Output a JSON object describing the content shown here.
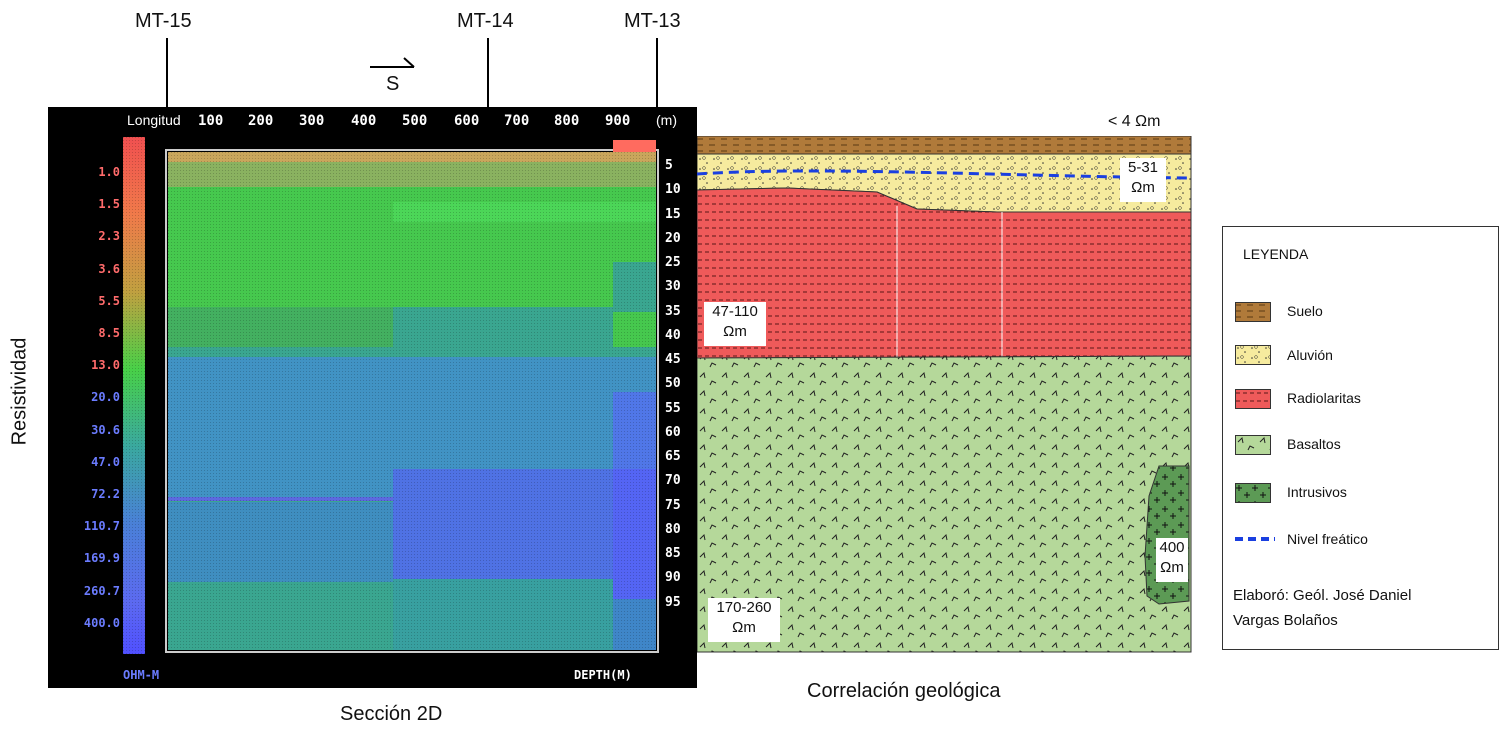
{
  "stations": [
    "MT-15",
    "MT-14",
    "MT-13"
  ],
  "direction_label": "S",
  "section": {
    "x_axis_title": "Longitud",
    "x_ticks": [
      "100",
      "200",
      "300",
      "400",
      "500",
      "600",
      "700",
      "800",
      "900"
    ],
    "x_unit": "(m)",
    "depth_ticks": [
      "5",
      "10",
      "15",
      "20",
      "25",
      "30",
      "35",
      "40",
      "45",
      "50",
      "55",
      "60",
      "65",
      "70",
      "75",
      "80",
      "85",
      "90",
      "95"
    ],
    "scale_values": [
      "1.0",
      "1.5",
      "2.3",
      "3.6",
      "5.5",
      "8.5",
      "13.0",
      "20.0",
      "30.6",
      "47.0",
      "72.2",
      "110.7",
      "169.9",
      "260.7",
      "400.0"
    ],
    "scale_unit": "OHM-M",
    "depth_label": "DEPTH(M)",
    "y_title": "Resistividad",
    "caption": "Sección 2D"
  },
  "correlation": {
    "top_label": "< 4 Ωm",
    "aluvion_value": [
      "5-31",
      "Ωm"
    ],
    "radiolaritas_value": [
      "47-110",
      "Ωm"
    ],
    "basaltos_value": [
      "170-260",
      "Ωm"
    ],
    "intrusivos_value": [
      "400",
      "Ωm"
    ],
    "caption": "Correlación geológica"
  },
  "legend": {
    "title": "LEYENDA",
    "items": [
      "Suelo",
      "Aluvión",
      "Radiolaritas",
      "Basaltos",
      "Intrusivos",
      "Nivel freático"
    ],
    "author": [
      "Elaboró: Geól. José Daniel",
      "Vargas Bolaños"
    ]
  },
  "colors": {
    "suelo": "#b07a3a",
    "aluvion": "#f6eb9e",
    "radiolaritas": "#ef5a5a",
    "basaltos": "#b5d89a",
    "intrusivos": "#5c9a55",
    "nivel_freatico": "#1a3fe0"
  }
}
